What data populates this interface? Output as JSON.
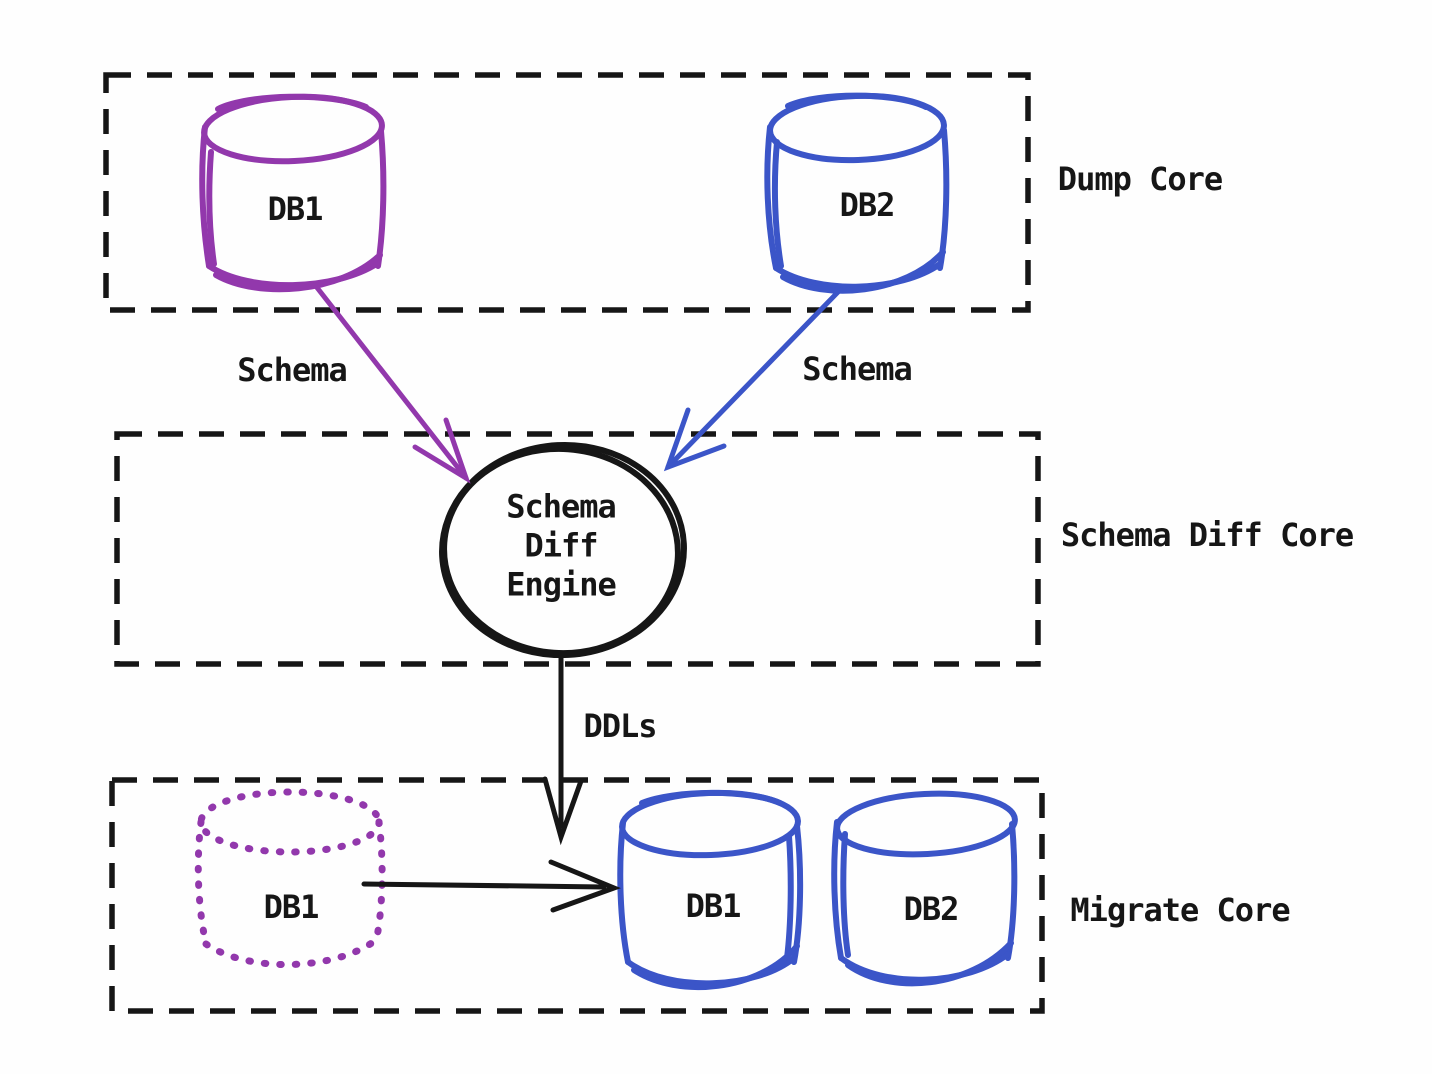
{
  "title": "Schema diff and migration flow diagram",
  "colors": {
    "purple": "#9238AC",
    "blue": "#3B55C8",
    "ink": "#161616",
    "background": "#FEFEFE"
  },
  "sections": {
    "dump_core": {
      "label": "Dump Core"
    },
    "schema_diff_core": {
      "label": "Schema Diff Core"
    },
    "migrate_core": {
      "label": "Migrate Core"
    }
  },
  "nodes": {
    "source_db1": {
      "label": "DB1",
      "section": "Dump Core",
      "shape": "cylinder",
      "stroke": "purple",
      "line_style": "solid"
    },
    "source_db2": {
      "label": "DB2",
      "section": "Dump Core",
      "shape": "cylinder",
      "stroke": "blue",
      "line_style": "solid"
    },
    "engine": {
      "label": "Schema\nDiff\nEngine",
      "section": "Schema Diff Core",
      "shape": "circle",
      "stroke": "ink",
      "line_style": "solid"
    },
    "original_db1": {
      "label": "DB1",
      "section": "Migrate Core",
      "shape": "cylinder",
      "stroke": "purple",
      "line_style": "dotted"
    },
    "migrated_db1": {
      "label": "DB1",
      "section": "Migrate Core",
      "shape": "cylinder",
      "stroke": "blue",
      "line_style": "solid"
    },
    "migrated_db2": {
      "label": "DB2",
      "section": "Migrate Core",
      "shape": "cylinder",
      "stroke": "blue",
      "line_style": "solid"
    }
  },
  "edges": {
    "db1_schema": {
      "label": "Schema",
      "from": "source_db1",
      "to": "engine",
      "stroke": "purple"
    },
    "db2_schema": {
      "label": "Schema",
      "from": "source_db2",
      "to": "engine",
      "stroke": "blue"
    },
    "ddls": {
      "label": "DDLs",
      "from": "engine",
      "to": "migrate_core",
      "stroke": "ink"
    },
    "db1_migration": {
      "label": "",
      "from": "original_db1",
      "to": "migrated_db1",
      "stroke": "ink"
    }
  }
}
